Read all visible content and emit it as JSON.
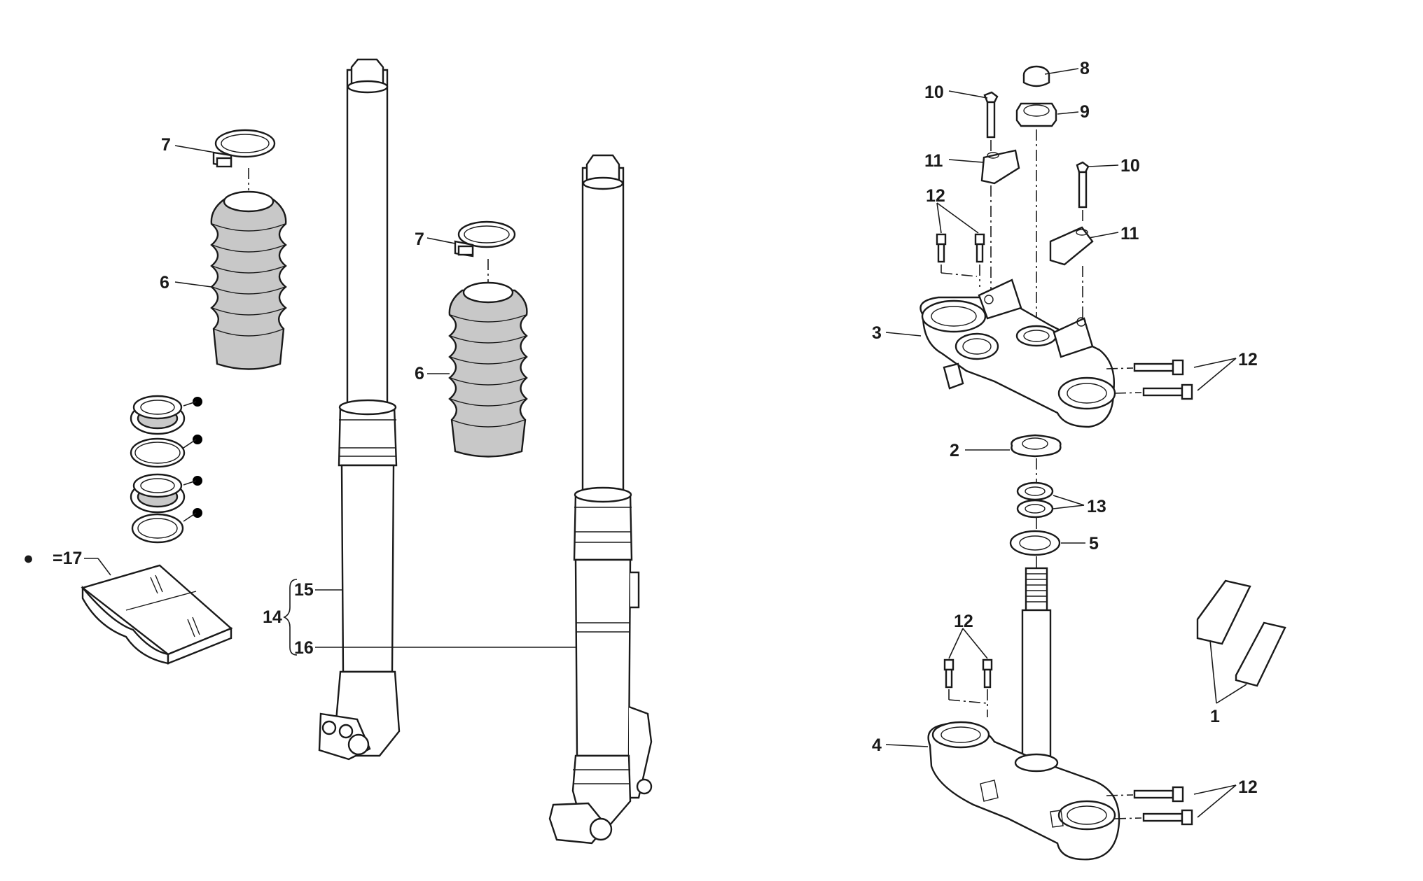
{
  "legend": {
    "symbol": "●",
    "text": "=17"
  },
  "labels": {
    "l7a": "7",
    "l6a": "6",
    "l7b": "7",
    "l6b": "6",
    "l14": "14",
    "l15": "15",
    "l16": "16",
    "l8": "8",
    "l9": "9",
    "l10a": "10",
    "l10b": "10",
    "l11a": "11",
    "l11b": "11",
    "l12a": "12",
    "l12b": "12",
    "l12c": "12",
    "l12d": "12",
    "l3": "3",
    "l2": "2",
    "l13": "13",
    "l5": "5",
    "l4": "4",
    "l1": "1"
  },
  "colors": {
    "line": "#1a1a1a",
    "boot_fill": "#c8c8c8",
    "background": "#ffffff"
  }
}
